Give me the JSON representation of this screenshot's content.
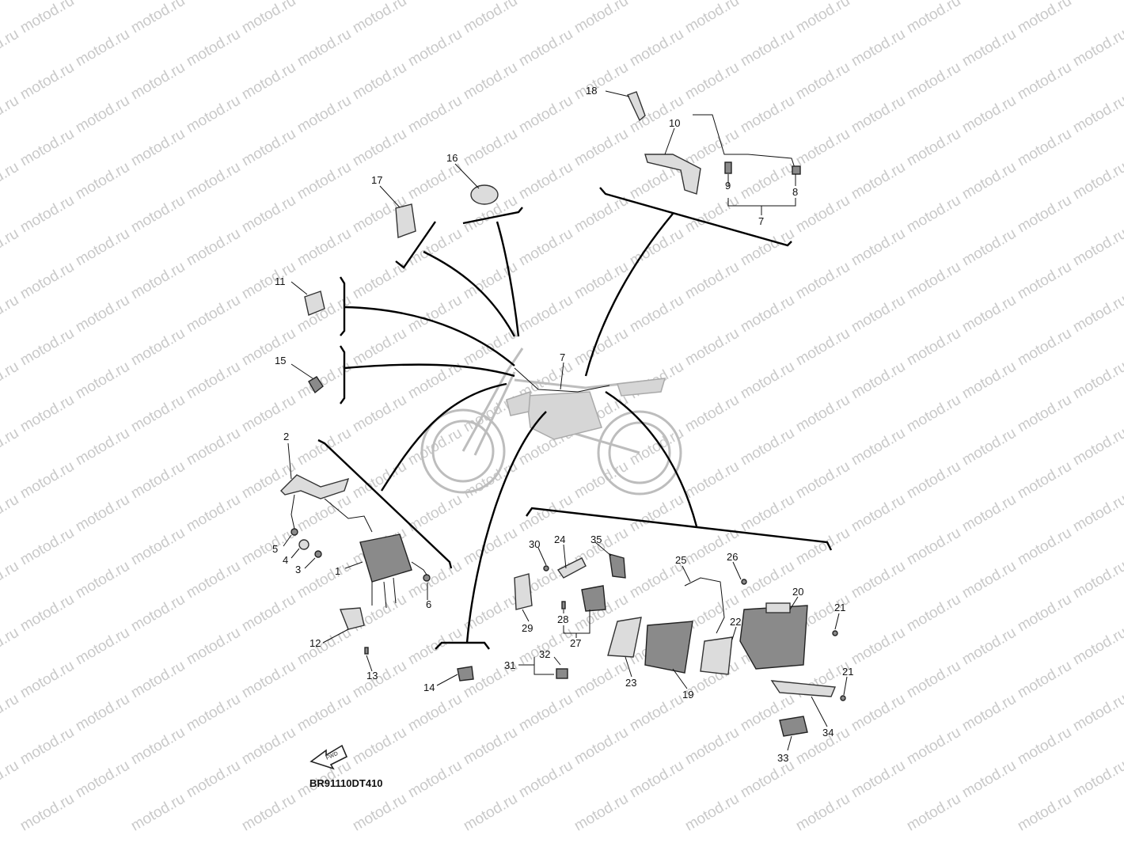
{
  "watermark": "motod.ru",
  "diagram_code": "BR91110DT410",
  "direction_arrow_label": "FWD",
  "callouts": [
    "1",
    "2",
    "3",
    "4",
    "5",
    "6",
    "7",
    "7",
    "8",
    "9",
    "10",
    "11",
    "12",
    "13",
    "14",
    "15",
    "16",
    "17",
    "18",
    "19",
    "20",
    "21",
    "21",
    "22",
    "23",
    "24",
    "25",
    "26",
    "27",
    "28",
    "29",
    "30",
    "31",
    "32",
    "33",
    "34",
    "35"
  ]
}
